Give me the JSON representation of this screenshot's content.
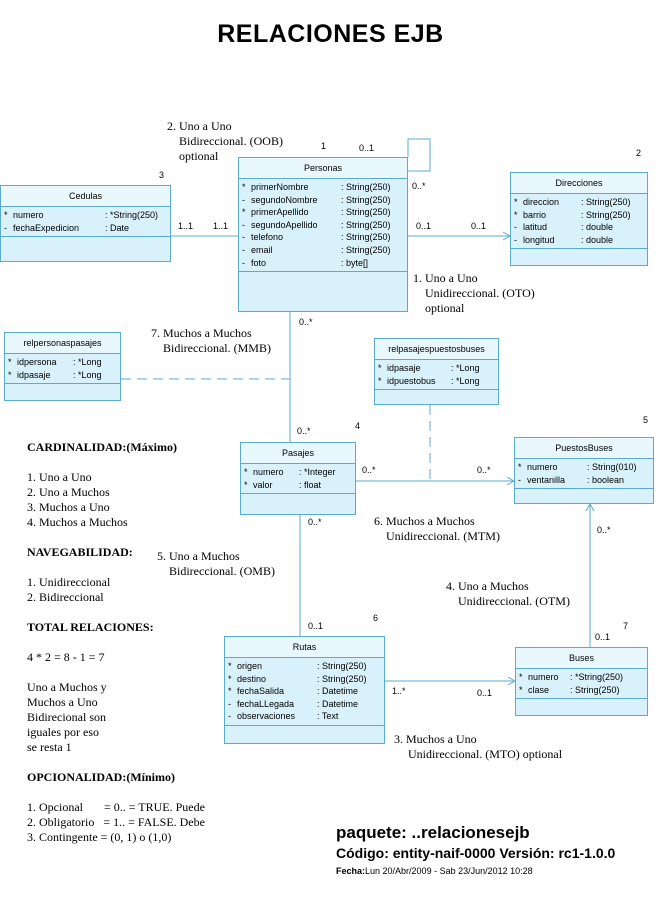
{
  "title": "RELACIONES EJB",
  "classes": {
    "personas": {
      "name": "Personas",
      "attrs": [
        {
          "vis": "*",
          "name": "primerNombre",
          "type": ": String(250)"
        },
        {
          "vis": "-",
          "name": "segundoNombre",
          "type": ": String(250)"
        },
        {
          "vis": "*",
          "name": "primerApellido",
          "type": ": String(250)"
        },
        {
          "vis": "-",
          "name": "segundoApellido",
          "type": ": String(250)"
        },
        {
          "vis": "-",
          "name": "telefono",
          "type": ": String(250)"
        },
        {
          "vis": "-",
          "name": "email",
          "type": ": String(250)"
        },
        {
          "vis": "-",
          "name": "foto",
          "type": ": byte[]"
        }
      ]
    },
    "cedulas": {
      "name": "Cedulas",
      "attrs": [
        {
          "vis": "*",
          "name": "numero",
          "type": ": *String(250)"
        },
        {
          "vis": "-",
          "name": "fechaExpedicion",
          "type": ": Date"
        }
      ]
    },
    "direcciones": {
      "name": "Direcciones",
      "attrs": [
        {
          "vis": "*",
          "name": "direccion",
          "type": ": String(250)"
        },
        {
          "vis": "*",
          "name": "barrio",
          "type": ": String(250)"
        },
        {
          "vis": "-",
          "name": "latitud",
          "type": ": double"
        },
        {
          "vis": "-",
          "name": "longitud",
          "type": ": double"
        }
      ]
    },
    "relpersonaspasajes": {
      "name": "relpersonaspasajes",
      "attrs": [
        {
          "vis": "*",
          "name": "idpersona",
          "type": ": *Long"
        },
        {
          "vis": "*",
          "name": "idpasaje",
          "type": ": *Long"
        }
      ]
    },
    "relpasajespuestosbuses": {
      "name": "relpasajespuestosbuses",
      "attrs": [
        {
          "vis": "*",
          "name": "idpasaje",
          "type": ": *Long"
        },
        {
          "vis": "*",
          "name": "idpuestobus",
          "type": ": *Long"
        }
      ]
    },
    "pasajes": {
      "name": "Pasajes",
      "attrs": [
        {
          "vis": "*",
          "name": "numero",
          "type": ": *Integer"
        },
        {
          "vis": "*",
          "name": "valor",
          "type": ": float"
        }
      ]
    },
    "puestosbuses": {
      "name": "PuestosBuses",
      "attrs": [
        {
          "vis": "*",
          "name": "numero",
          "type": ": String(010)"
        },
        {
          "vis": "-",
          "name": "ventanilla",
          "type": ": boolean"
        }
      ]
    },
    "rutas": {
      "name": "Rutas",
      "attrs": [
        {
          "vis": "*",
          "name": "origen",
          "type": ": String(250)"
        },
        {
          "vis": "*",
          "name": "destino",
          "type": ": String(250)"
        },
        {
          "vis": "*",
          "name": "fechaSalida",
          "type": ": Datetime"
        },
        {
          "vis": "-",
          "name": "fechaLLegada",
          "type": ": Datetime"
        },
        {
          "vis": "-",
          "name": "observaciones",
          "type": ": Text"
        }
      ]
    },
    "buses": {
      "name": "Buses",
      "attrs": [
        {
          "vis": "*",
          "name": "numero",
          "type": ": *String(250)"
        },
        {
          "vis": "*",
          "name": "clase",
          "type": ": String(250)"
        }
      ]
    }
  },
  "class_numbers": {
    "personas": "1",
    "direcciones": "2",
    "cedulas": "3",
    "pasajes": "4",
    "puestosbuses": "5",
    "rutas": "6",
    "buses": "7"
  },
  "multiplicities": {
    "self_top": "0..1",
    "self_side": "0..*",
    "ced_a": "1..1",
    "ced_b": "1..1",
    "dir_a": "0..1",
    "dir_b": "0..1",
    "per_down": "0..*",
    "pas_up": "0..*",
    "pas_right": "0..*",
    "pue_left": "0..*",
    "pas_down": "0..*",
    "rut_up": "0..1",
    "pue_down": "0..*",
    "bus_up": "0..1",
    "rut_right": "1..*",
    "bus_left": "0..1"
  },
  "relations": {
    "oob": [
      "2. Uno a Uno",
      "Bidireccional. (OOB)",
      "optional"
    ],
    "oto": [
      "1. Uno a Uno",
      "Unidireccional. (OTO)",
      "optional"
    ],
    "mmb": [
      "7. Muchos a Muchos",
      "Bidireccional. (MMB)"
    ],
    "mtm": [
      "6. Muchos a Muchos",
      "Unidireccional. (MTM)"
    ],
    "omb": [
      "5. Uno a Muchos",
      "Bidireccional. (OMB)"
    ],
    "otm": [
      "4. Uno a Muchos",
      "Unidireccional. (OTM)"
    ],
    "mto": [
      "3.  Muchos a Uno",
      "Unidireccional. (MTO) optional"
    ]
  },
  "notes": {
    "card_title": "CARDINALIDAD:(Máximo)",
    "card_items": [
      "1. Uno a Uno",
      "2. Uno a Muchos",
      "3. Muchos a Uno",
      "4. Muchos a Muchos"
    ],
    "nav_title": "NAVEGABILIDAD:",
    "nav_items": [
      "1. Unidireccional",
      "2. Bidireccional"
    ],
    "total_title": "TOTAL RELACIONES:",
    "total_formula": "4 * 2 = 8 - 1 = 7",
    "total_text": [
      "Uno a Muchos y",
      "Muchos a Uno",
      "Bidirecional son",
      "iguales por eso",
      "se resta 1"
    ],
    "opc_title": "OPCIONALIDAD:(Mínimo)",
    "opc_items": [
      "1. Opcional       = 0.. = TRUE. Puede",
      "2. Obligatorio   = 1.. = FALSE. Debe",
      "3. Contingente = (0, 1) o (1,0)"
    ]
  },
  "footer": {
    "paquete": "paquete: ..relacionesejb",
    "codigo": "Código: entity-naif-0000 Versión: rc1-1.0.0",
    "fecha_label": "Fecha:",
    "fecha_value": "Lun 20/Abr/2009 - Sab 23/Jun/2012 10:28"
  }
}
